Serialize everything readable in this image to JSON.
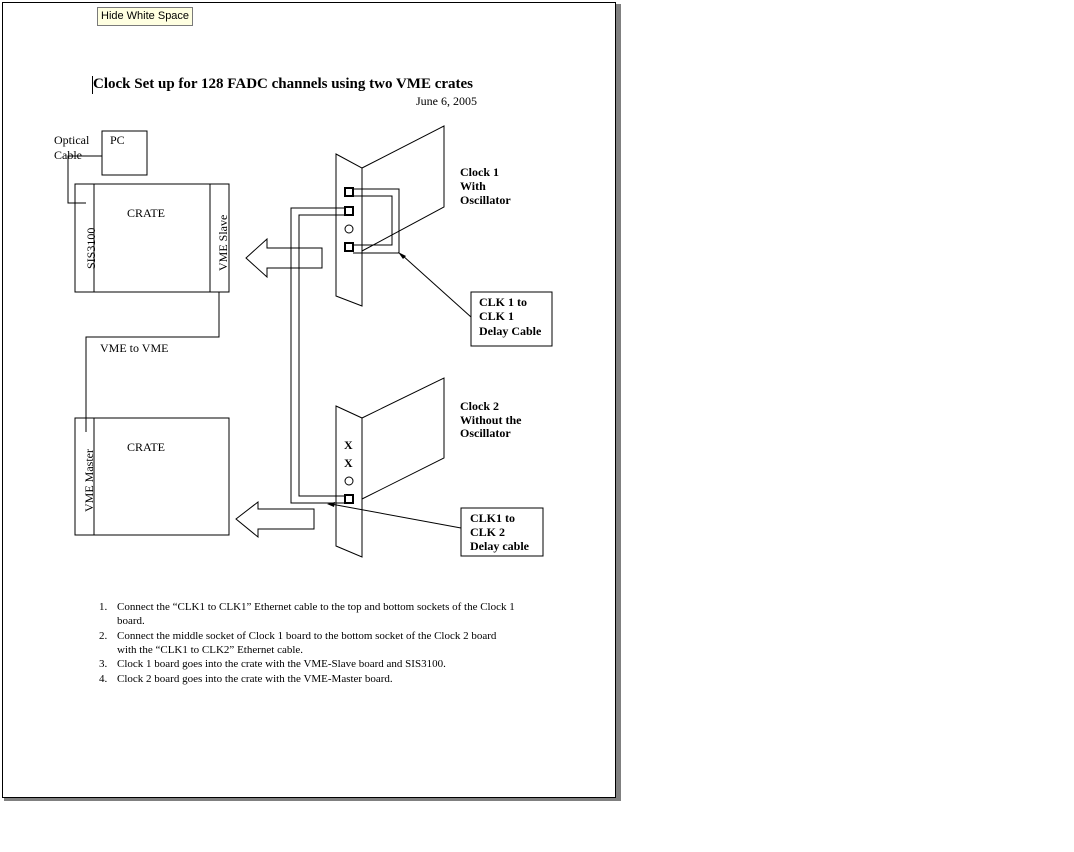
{
  "toolbar": {
    "hide_white_space": "Hide White Space"
  },
  "document": {
    "title": "Clock Set up for 128 FADC channels using two VME crates",
    "date": "June 6, 2005"
  },
  "diagram": {
    "optical_cable": [
      "Optical",
      "Cable"
    ],
    "pc": "PC",
    "crate_top": "CRATE",
    "crate_bottom": "CRATE",
    "sis3100": "SIS3100",
    "vme_slave": "VME Slave",
    "vme_master": "VME Master",
    "vme_to_vme": "VME to VME",
    "clock1_label": [
      "Clock 1",
      "With",
      "Oscillator"
    ],
    "clock2_label": [
      "Clock 2",
      "Without the",
      "Oscillator"
    ],
    "clk1_to_clk1": [
      "CLK 1 to",
      "CLK 1",
      "Delay Cable"
    ],
    "clk1_to_clk2": [
      "CLK1 to",
      "CLK 2",
      "Delay cable"
    ],
    "x_mark": "X"
  },
  "instructions": [
    {
      "num": "1.",
      "lines": [
        "Connect the “CLK1 to CLK1” Ethernet cable to the top and bottom sockets of the Clock 1",
        "board."
      ]
    },
    {
      "num": "2.",
      "lines": [
        "Connect the middle socket of Clock 1 board to the bottom socket of the Clock 2 board",
        "with the “CLK1 to CLK2” Ethernet cable."
      ]
    },
    {
      "num": "3.",
      "lines": [
        "Clock 1 board goes into the crate with the VME-Slave board and SIS3100."
      ]
    },
    {
      "num": "4.",
      "lines": [
        "Clock 2 board goes into the crate with the VME-Master board."
      ]
    }
  ]
}
